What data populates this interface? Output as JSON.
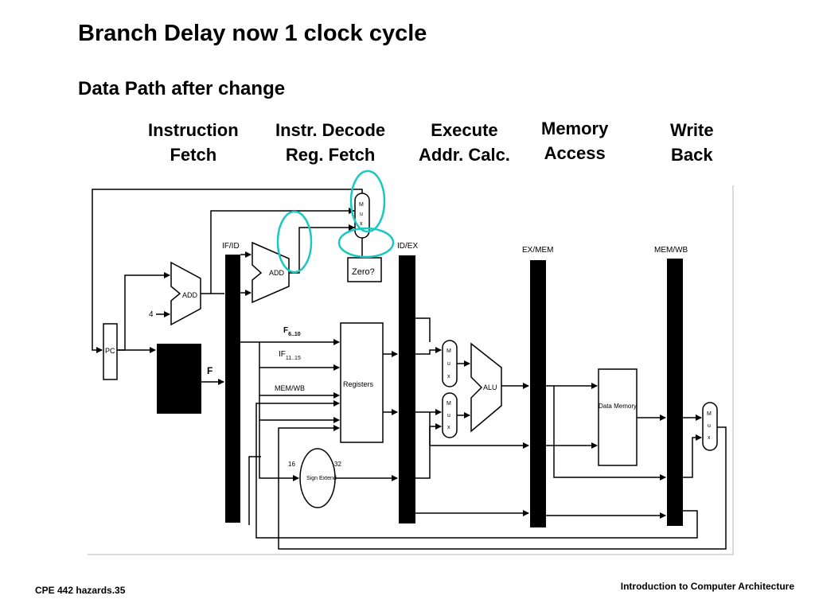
{
  "slide": {
    "title": "Branch Delay now 1 clock cycle",
    "subtitle": "Data Path after change"
  },
  "stages": [
    {
      "line1": "Instruction",
      "line2": "Fetch"
    },
    {
      "line1": "Instr. Decode",
      "line2": "Reg. Fetch"
    },
    {
      "line1": "Execute",
      "line2": "Addr. Calc."
    },
    {
      "line1": "Memory",
      "line2": "Access"
    },
    {
      "line1": "Write",
      "line2": "Back"
    }
  ],
  "pipeline_registers": {
    "if_id": "IF/ID",
    "id_ex": "ID/EX",
    "ex_mem": "EX/MEM",
    "mem_wb": "MEM/WB"
  },
  "components": {
    "pc": "PC",
    "adder": "ADD",
    "plus_four": "4",
    "instr_out": "F",
    "reg_input_1": "F",
    "reg_input_1_sub": "6..10",
    "reg_input_2": "IF",
    "reg_input_2_sub": "11..15",
    "reg_input_3": "MEM/WB",
    "registers": "Registers",
    "zero_test": "Zero?",
    "alu": "ALU",
    "data_memory": "Data Memory",
    "sign_extend": "Sign Extend",
    "sign_in": "16",
    "sign_out": "32",
    "mux_letters": [
      "M",
      "u",
      "x"
    ]
  },
  "highlight_color": "#19c8c0",
  "footer": {
    "left": "CPE 442  hazards.35",
    "right": "Introduction to Computer Architecture"
  }
}
